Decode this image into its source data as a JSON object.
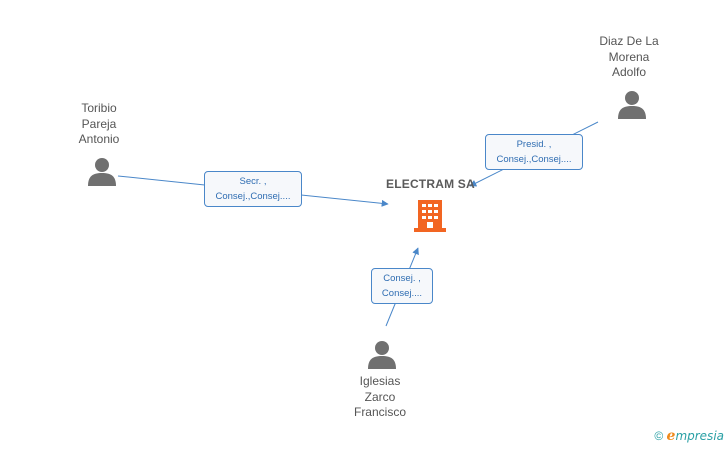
{
  "company": {
    "name": "ELECTRAM SA",
    "icon": "building-icon",
    "color": "#f26522"
  },
  "persons": [
    {
      "id": "toribio",
      "name": "Toribio\nPareja\nAntonio",
      "icon": "person-icon"
    },
    {
      "id": "diaz",
      "name": "Diaz De La\nMorena\nAdolfo",
      "icon": "person-icon"
    },
    {
      "id": "iglesias",
      "name": "Iglesias\nZarco\nFrancisco",
      "icon": "person-icon"
    }
  ],
  "relations": [
    {
      "from": "toribio",
      "role": "Secr. ,\nConsej.,Consej...."
    },
    {
      "from": "diaz",
      "role": "Presid. ,\nConsej.,Consej...."
    },
    {
      "from": "iglesias",
      "role": "Consej. ,\nConsej...."
    }
  ],
  "footer": {
    "copyright": "©",
    "brand_first": "e",
    "brand_rest": "mpresia"
  },
  "colors": {
    "edge": "#4a87c9",
    "person": "#707070"
  }
}
